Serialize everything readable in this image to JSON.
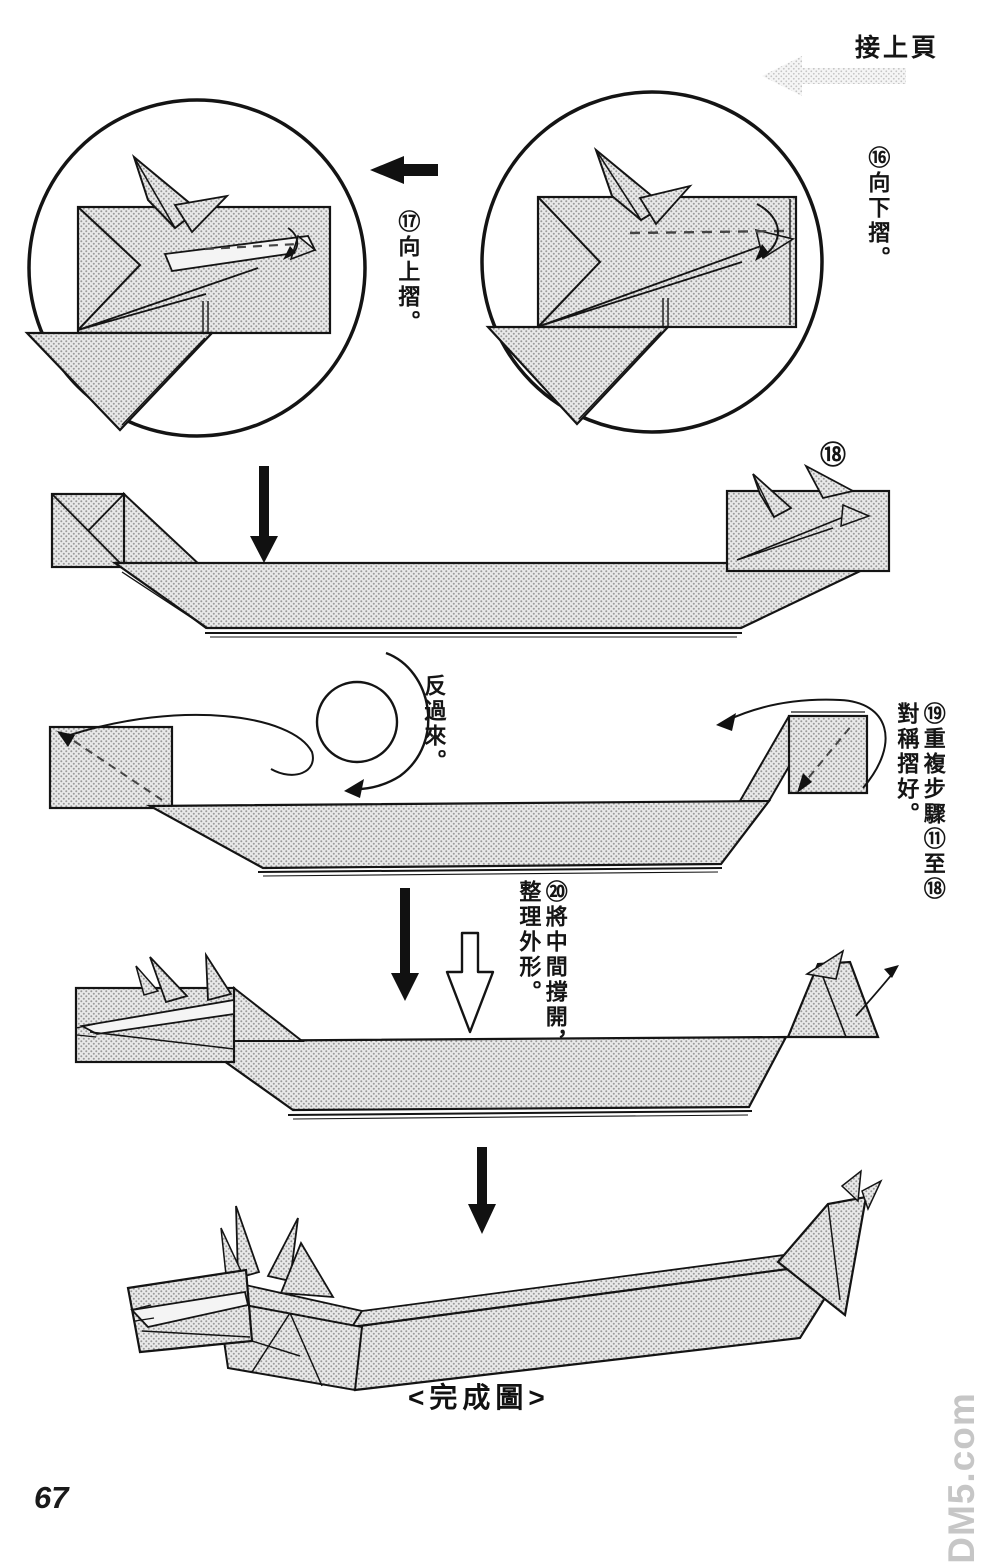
{
  "meta": {
    "continued": "接上頁",
    "caption": "<完成圖>",
    "page_number": "67",
    "watermark": "DM5.com"
  },
  "labels": {
    "step16": "⑯向下摺。",
    "step17": "⑰向上摺。",
    "step18_badge": "⑱",
    "flip": "反過來。",
    "step19": "⑲重複步驟⑪至⑱\n對稱摺好。",
    "step20": "⑳將中間撐開，\n整理外形。"
  },
  "icons": {
    "continued_arrow": "halftone-left-arrow",
    "sequence_arrow": "solid-down-arrow",
    "flip_symbol": "circle-rotate-arrow",
    "push_arrow": "hollow-down-arrow"
  },
  "colors": {
    "ink": "#1a1a1a",
    "halftone_tone": "#c9c9c9",
    "paper": "#ffffff",
    "watermark": "#c6c6c6"
  }
}
